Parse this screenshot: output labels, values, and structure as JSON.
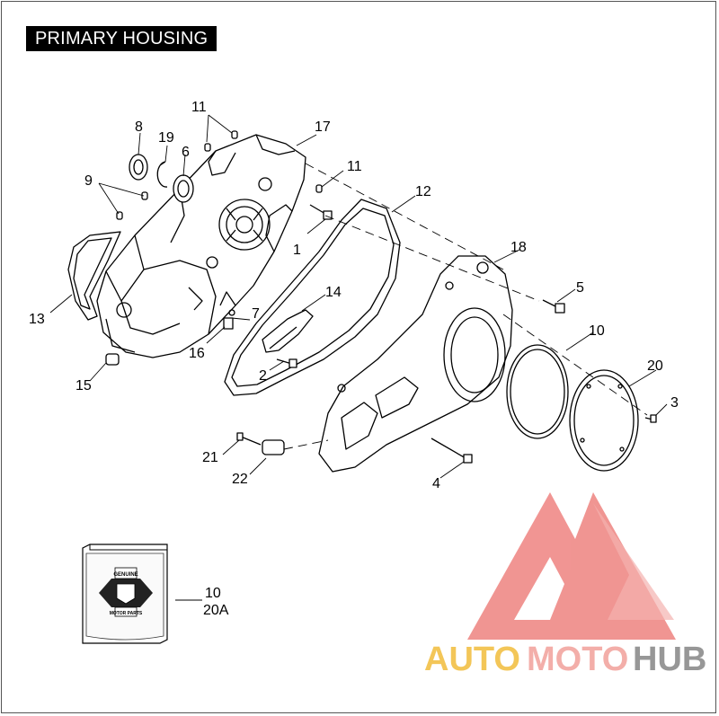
{
  "title": "PRIMARY HOUSING",
  "callouts": [
    "1",
    "2",
    "3",
    "4",
    "5",
    "6",
    "7",
    "8",
    "9",
    "10",
    "11",
    "11",
    "12",
    "13",
    "14",
    "15",
    "16",
    "17",
    "18",
    "19",
    "20",
    "21",
    "22"
  ],
  "kit": {
    "line1": "10",
    "line2": "20A",
    "badge_top": "GENUINE",
    "badge_bottom": "MOTOR PARTS"
  },
  "watermark": {
    "part1": "AUTO",
    "part2": "MOTO",
    "part3": "HUB",
    "color1": "#f2c046",
    "color2": "#f2a6a0",
    "color3": "#8c8c8c",
    "logo_color": "#ef8a87"
  }
}
